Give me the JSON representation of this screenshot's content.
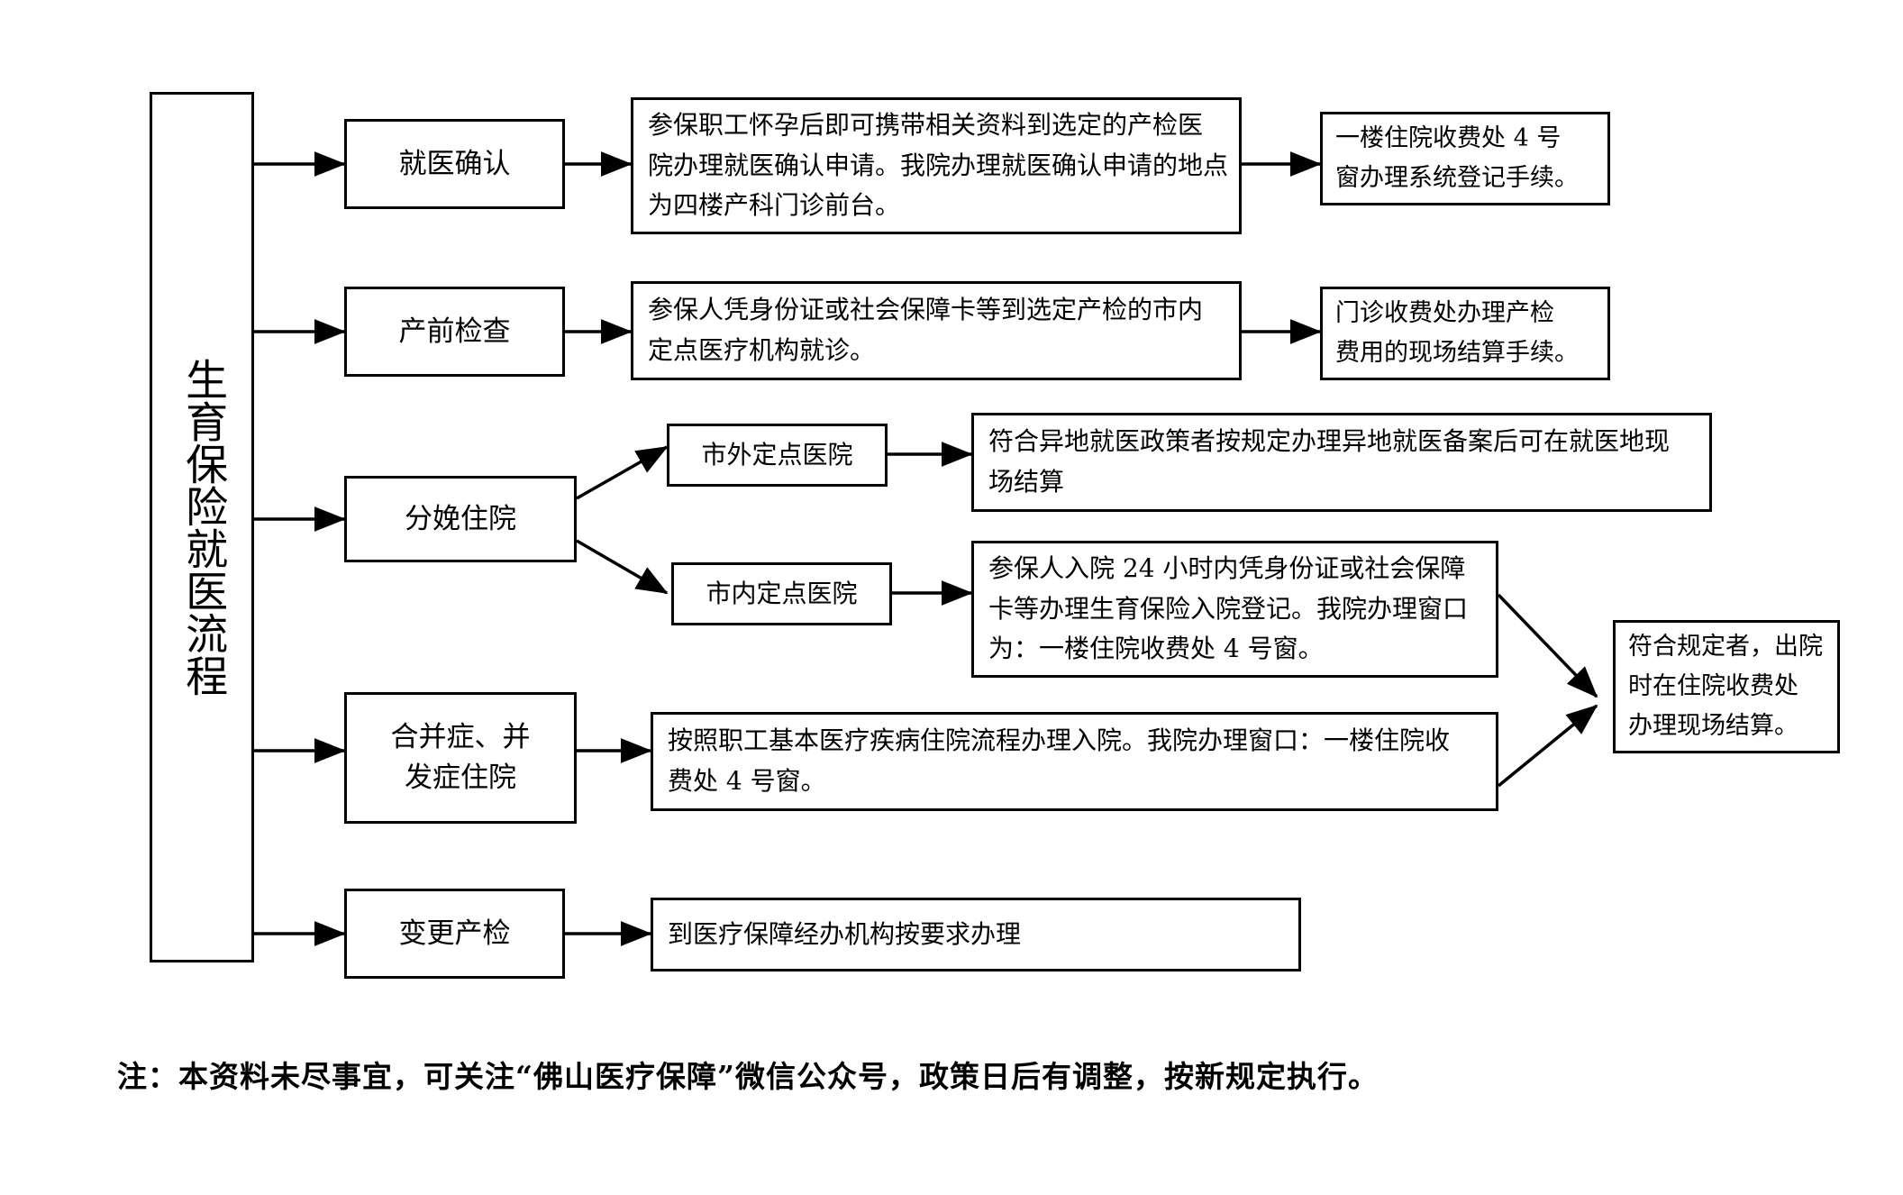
{
  "document": {
    "title_vertical": "生育保险就医流程",
    "footnote": "注：本资料未尽事宜，可关注“佛山医疗保障”微信公众号，政策日后有调整，按新规定执行。"
  },
  "colors": {
    "line": "#000000",
    "background": "#ffffff",
    "text": "#000000"
  },
  "stages": [
    {
      "id": "medical-confirmation",
      "label": "就医确认"
    },
    {
      "id": "prenatal-exam",
      "label": "产前检查"
    },
    {
      "id": "delivery-admission",
      "label": "分娩住院"
    },
    {
      "id": "complication-admission",
      "label": "合并症、并\n发症住院",
      "line1": "合并症、并",
      "line2": "发症住院"
    },
    {
      "id": "change-prenatal",
      "label": "变更产检"
    }
  ],
  "branches": [
    {
      "id": "out-of-city-hospital",
      "label": "市外定点医院"
    },
    {
      "id": "in-city-hospital",
      "label": "市内定点医院"
    }
  ],
  "details": {
    "medical_confirmation": "参保职工怀孕后即可携带相关资料到选定的产检医院办理就医确认申请。我院办理就医确认申请的地点为四楼产科门诊前台。",
    "medical_confirmation_lines": [
      "参保职工怀孕后即可携带相关资料到选定的产检医",
      "院办理就医确认申请。我院办理就医确认申请的地点",
      "为四楼产科门诊前台。"
    ],
    "prenatal_exam": "参保人凭身份证或社会保障卡等到选定产检的市内定点医疗机构就诊。",
    "prenatal_exam_lines": [
      "参保人凭身份证或社会保障卡等到选定产检的市内",
      "定点医疗机构就诊。"
    ],
    "out_of_city": "符合异地就医政策者按规定办理异地就医备案后可在就医地现场结算",
    "out_of_city_lines": [
      "符合异地就医政策者按规定办理异地就医备案后可在就医地现",
      "场结算"
    ],
    "in_city": "参保人入院 24 小时内凭身份证或社会保障卡等办理生育保险入院登记。我院办理窗口为：一楼住院收费处 4 号窗。",
    "in_city_lines": [
      "参保人入院 24 小时内凭身份证或社会保障",
      "卡等办理生育保险入院登记。我院办理窗口",
      "为：一楼住院收费处 4 号窗。"
    ],
    "complication": "按照职工基本医疗疾病住院流程办理入院。我院办理窗口：一楼住院收费处 4 号窗。",
    "complication_lines": [
      "按照职工基本医疗疾病住院流程办理入院。我院办理窗口：一楼住院收",
      "费处 4 号窗。"
    ],
    "change_prenatal": "到医疗保障经办机构按要求办理"
  },
  "results": {
    "registration": "一楼住院收费处 4 号窗办理系统登记手续。",
    "registration_lines": [
      "一楼住院收费处 4 号",
      "窗办理系统登记手续。"
    ],
    "outpatient_settlement": "门诊收费处办理产检费用的现场结算手续。",
    "outpatient_settlement_lines": [
      "门诊收费处办理产检",
      "费用的现场结算手续。"
    ],
    "discharge_settlement": "符合规定者，出院时在住院收费处办理现场结算。",
    "discharge_settlement_lines": [
      "符合规定者，出院",
      "时在住院收费处",
      "办理现场结算。"
    ]
  }
}
